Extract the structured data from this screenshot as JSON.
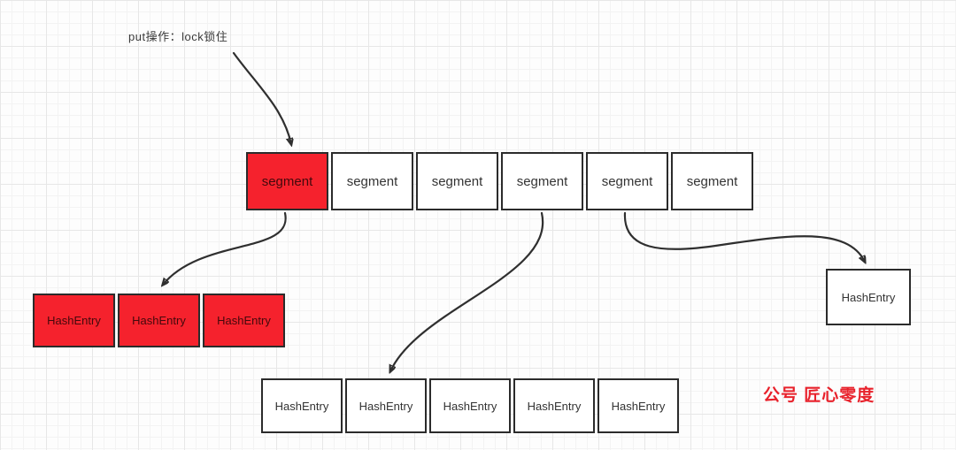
{
  "diagram": {
    "annotation": {
      "label": "put操作：lock锁住"
    },
    "segments": {
      "cells": [
        {
          "label": "segment",
          "highlighted": true
        },
        {
          "label": "segment",
          "highlighted": false
        },
        {
          "label": "segment",
          "highlighted": false
        },
        {
          "label": "segment",
          "highlighted": false
        },
        {
          "label": "segment",
          "highlighted": false
        },
        {
          "label": "segment",
          "highlighted": false
        }
      ]
    },
    "left_hash_array": {
      "highlighted": true,
      "cells": [
        "HashEntry",
        "HashEntry",
        "HashEntry"
      ]
    },
    "bottom_hash_array": {
      "highlighted": false,
      "cells": [
        "HashEntry",
        "HashEntry",
        "HashEntry",
        "HashEntry",
        "HashEntry"
      ]
    },
    "right_hash_box": {
      "label": "HashEntry"
    },
    "watermark": {
      "text": "公号 匠心零度"
    },
    "colors": {
      "highlight_red": "#f5222d",
      "stroke_dark": "#2f2f2f",
      "watermark_red": "#e8212b",
      "grid_line": "#e7e7e7"
    }
  }
}
